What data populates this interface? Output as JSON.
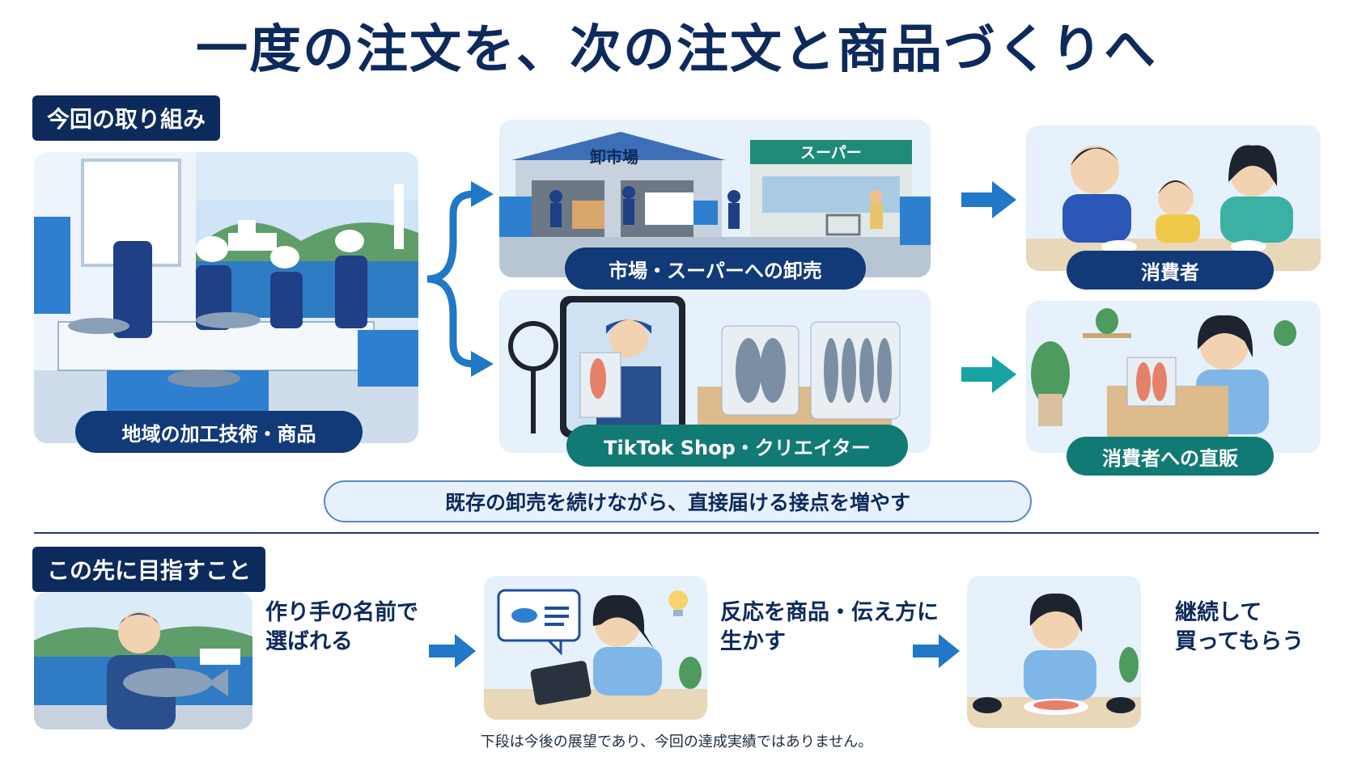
{
  "title": "一度の注文を、次の注文と商品づくりへ",
  "current": {
    "tag": "今回の取り組み",
    "source_label": "地域の加工技術・商品",
    "wholesale_label": "市場・スーパーへの卸売",
    "consumer_label": "消費者",
    "tiktok_label": "TikTok Shop・クリエイター",
    "direct_label": "消費者への直販",
    "sign_market": "卸市場",
    "sign_super": "スーパー",
    "summary": "既存の卸売を続けながら、直接届ける接点を増やす"
  },
  "future": {
    "tag": "この先に目指すこと",
    "steps": [
      {
        "line1": "作り手の名前で",
        "line2": "選ばれる"
      },
      {
        "line1": "反応を商品・伝え方に",
        "line2": "生かす"
      },
      {
        "line1": "継続して",
        "line2": "買ってもらう"
      }
    ]
  },
  "footnote": "下段は今後の展望であり、今回の達成実績ではありません。",
  "colors": {
    "navy": "#0d2a5c",
    "pill_navy": "#123a78",
    "pill_teal": "#127a74",
    "arrow_blue": "#1f78c8",
    "arrow_teal": "#18a3a3",
    "panel_bg": "#e6f1fb"
  },
  "icons": [
    "fish-icon",
    "lightbulb-icon",
    "speech-bubble-icon",
    "ring-light-icon",
    "shopping-basket-icon"
  ]
}
